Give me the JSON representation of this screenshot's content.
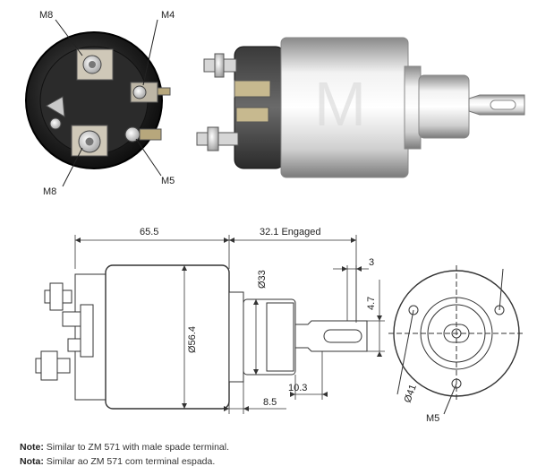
{
  "photo": {
    "callouts": {
      "m8_top": "M8",
      "m4": "M4",
      "m8_bottom": "M8",
      "m5": "M5"
    }
  },
  "drawing": {
    "dims": {
      "length_body": "65.5",
      "engaged": "32.1 Engaged",
      "dia_shaft": "Ø33",
      "dia_body": "Ø56.4",
      "plunger_offset": "10.3",
      "flange": "8.5",
      "tab_width": "4.7",
      "tab_thickness": "3",
      "dia_bolt_circle": "Ø41",
      "thread": "M5"
    }
  },
  "notes": [
    {
      "label": "Note:",
      "text": " Similar to ZM 571 with male spade terminal."
    },
    {
      "label": "Nota:",
      "text": " Similar ao ZM 571 com terminal espada."
    }
  ]
}
